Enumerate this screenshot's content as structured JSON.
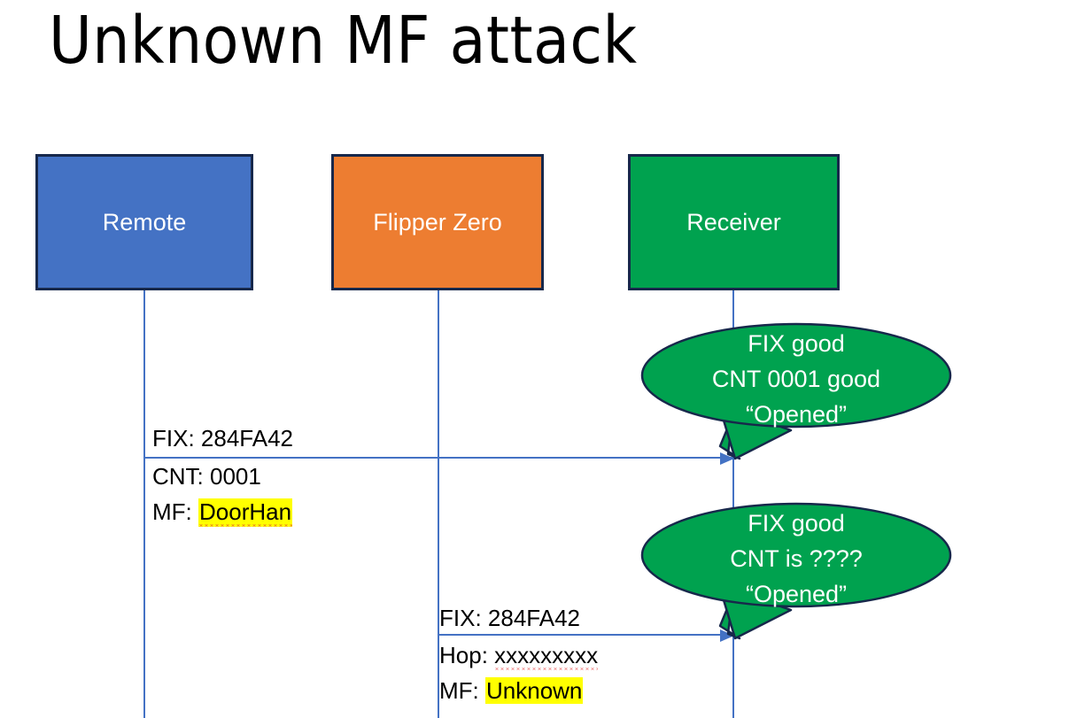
{
  "slide": {
    "title": "Unknown MF attack"
  },
  "actors": [
    {
      "id": "remote",
      "label": "Remote",
      "color": "#4472C4"
    },
    {
      "id": "flipper",
      "label": "Flipper Zero",
      "color": "#ED7D31"
    },
    {
      "id": "receiver",
      "label": "Receiver",
      "color": "#00A24F"
    }
  ],
  "messages": [
    {
      "id": "remote-to-receiver",
      "from": "remote",
      "to": "receiver",
      "label_above": "FIX: 284FA42",
      "label_below": [
        {
          "text": "CNT: 0001",
          "highlight": false,
          "spellcheck_underline": false
        },
        {
          "prefix": "MF: ",
          "text": "DoorHan",
          "highlight": true,
          "spellcheck_underline": true
        }
      ]
    },
    {
      "id": "flipper-to-receiver",
      "from": "flipper",
      "to": "receiver",
      "label_above": "FIX: 284FA42",
      "label_below": [
        {
          "prefix": "Hop: ",
          "text": "xxxxxxxxx",
          "highlight": false,
          "spellcheck_underline": true
        },
        {
          "prefix": "MF: ",
          "text": "Unknown",
          "highlight": true,
          "spellcheck_underline": false
        }
      ]
    }
  ],
  "bubbles": [
    {
      "id": "bubble-1",
      "attached_to": "receiver",
      "color": "#00A24F",
      "lines": [
        "FIX good",
        "CNT 0001 good",
        "“Opened”"
      ]
    },
    {
      "id": "bubble-2",
      "attached_to": "receiver",
      "color": "#00A24F",
      "lines": [
        "FIX good",
        "CNT is ????",
        "“Opened”"
      ]
    }
  ],
  "colors": {
    "blue": "#4472C4",
    "orange": "#ED7D31",
    "green": "#00A24F",
    "border_navy": "#17284B",
    "highlight_yellow": "#FFFF00",
    "spellcheck_red": "#E03030",
    "text_black": "#000000",
    "text_white": "#FFFFFF",
    "background": "#FFFFFF"
  }
}
